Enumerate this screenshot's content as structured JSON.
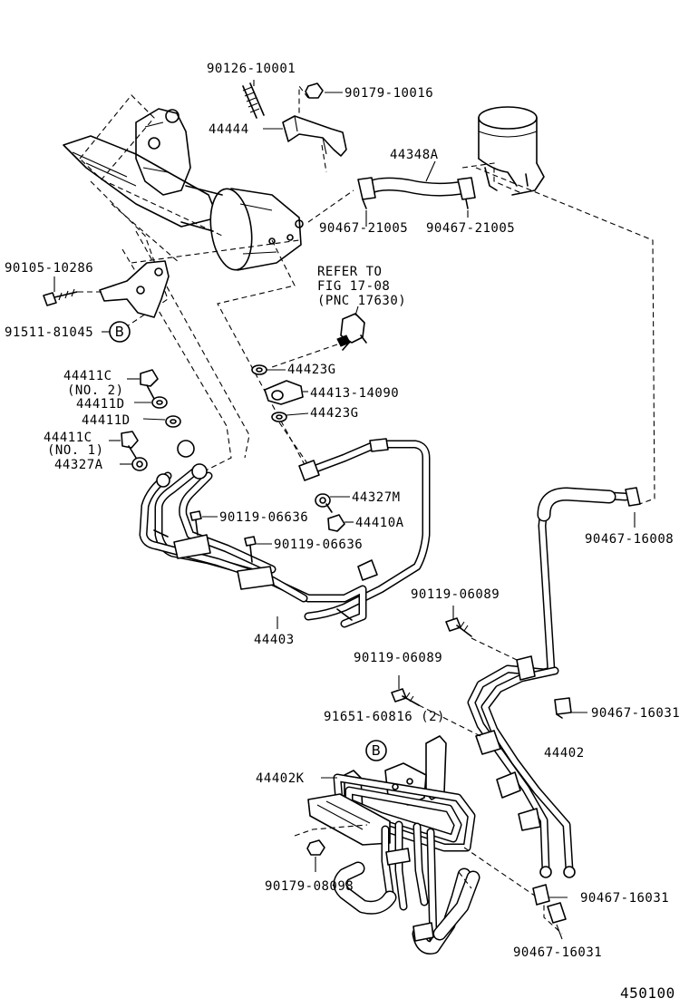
{
  "labels": {
    "p90126_10001": "90126-10001",
    "p90179_10016": "90179-10016",
    "p44444": "44444",
    "p44348A": "44348A",
    "p90467_21005_a": "90467-21005",
    "p90467_21005_b": "90467-21005",
    "p90105_10286": "90105-10286",
    "p91511_81045": "91511-81045",
    "refer_line1": "REFER TO",
    "refer_line2": "FIG 17-08",
    "refer_line3": "(PNC 17630)",
    "p44411C_no2": "44411C",
    "no2": "(NO. 2)",
    "p44411D_a": "44411D",
    "p44411D_b": "44411D",
    "p44411C_no1": "44411C",
    "no1": "(NO. 1)",
    "p44327A": "44327A",
    "p44423G_a": "44423G",
    "p44413_14090": "44413-14090",
    "p44423G_b": "44423G",
    "p44327M": "44327M",
    "p44410A": "44410A",
    "p90119_06636_a": "90119-06636",
    "p90119_06636_b": "90119-06636",
    "p44403": "44403",
    "p90467_16008": "90467-16008",
    "p90119_06089_a": "90119-06089",
    "p90119_06089_b": "90119-06089",
    "p90467_16031_a": "90467-16031",
    "p91651_60816": "91651-60816 (2)",
    "p44402": "44402",
    "p44402K": "44402K",
    "p90179_08098": "90179-08098",
    "p90467_16031_b": "90467-16031",
    "p90467_16031_c": "90467-16031",
    "figure_number": "450100"
  },
  "badges": {
    "b_top": "B",
    "b_bottom": "B"
  }
}
